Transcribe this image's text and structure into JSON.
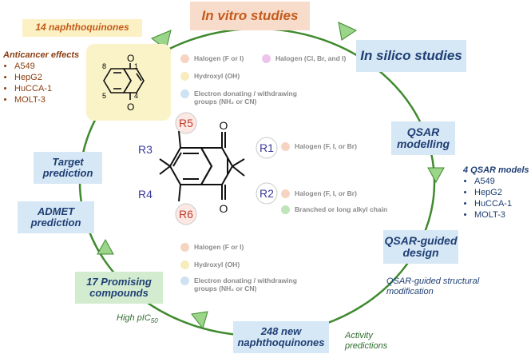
{
  "cycle": {
    "in_vitro": "In vitro studies",
    "in_silico": "In silico studies",
    "qsar_modelling": "QSAR modelling",
    "qsar_guided_design": "QSAR-guided design",
    "new_naphthoquinones": "248 new naphthoquinones",
    "promising_compounds": "17 Promising compounds",
    "admet_prediction": "ADMET prediction",
    "target_prediction": "Target prediction",
    "naphthoquinones_count": "14 naphthoquinones"
  },
  "annotations": {
    "qsar_guided_mod": "QSAR-guided structural modification",
    "activity_predictions": "Activity predictions",
    "high_pic50_main": "High pIC",
    "high_pic50_sub": "50"
  },
  "anticancer": {
    "title": "Anticancer effects",
    "items": [
      "A549",
      "HepG2",
      "HuCCA-1",
      "MOLT-3"
    ]
  },
  "qsar_models": {
    "title": "4 QSAR models",
    "items": [
      "A549",
      "HepG2",
      "HuCCA-1",
      "MOLT-3"
    ]
  },
  "small_structure": {
    "pos8": "8",
    "pos1": "1",
    "pos5": "5",
    "pos4": "4",
    "o1": "O",
    "o4": "O"
  },
  "structure": {
    "r1": "R1",
    "r2": "R2",
    "r3": "R3",
    "r4": "R4",
    "r5": "R5",
    "r6": "R6",
    "o_top": "O",
    "o_bottom": "O"
  },
  "legend_top": [
    {
      "label": "Halogen (F or I)",
      "color": "#f7d4c2"
    },
    {
      "label": "Halogen (Cl, Br, and I)",
      "color": "#edc3ec"
    },
    {
      "label": "Hydroxyl (OH)",
      "color": "#f6ecbe"
    },
    {
      "label": "Electron donating / withdrawing groups (NH₂ or CN)",
      "color": "#cfe2f3"
    }
  ],
  "legend_r1": [
    {
      "label": "Halogen (F, I, or Br)",
      "color": "#f7d4c2"
    }
  ],
  "legend_r2": [
    {
      "label": "Halogen (F, I, or Br)",
      "color": "#f7d4c2"
    },
    {
      "label": "Branched or long alkyl chain",
      "color": "#bde5b8"
    }
  ],
  "legend_bottom": [
    {
      "label": "Halogen (F or I)",
      "color": "#f7d4c2"
    },
    {
      "label": "Hydroxyl (OH)",
      "color": "#f6ecbe"
    },
    {
      "label": "Electron donating / withdrawing groups (NH₂ or CN)",
      "color": "#cfe2f3"
    }
  ],
  "colors": {
    "cycle_line": "#3f8a2e",
    "arrow_fill": "#9ad58a",
    "r_blue": "#3a3a9c",
    "r_red": "#c0392b",
    "ring_outline": "#c9c9c9"
  }
}
